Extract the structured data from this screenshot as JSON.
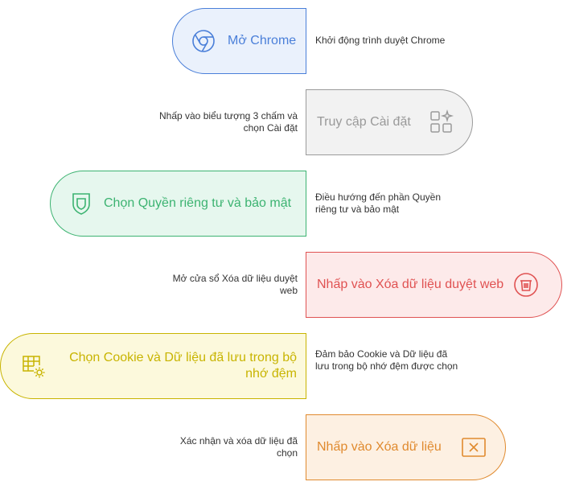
{
  "steps": [
    {
      "label": "Mở Chrome",
      "description": "Khởi động trình duyệt Chrome",
      "icon": "chrome-icon",
      "color": "#4a7fd9",
      "fill": "#eaf1fc"
    },
    {
      "label": "Truy cập Cài đặt",
      "description": "Nhấp vào biểu tượng 3 chấm và chọn Cài đặt",
      "icon": "apps-grid-icon",
      "color": "#9a9a9a",
      "fill": "#f2f2f2"
    },
    {
      "label": "Chọn Quyền riêng tư và bảo mật",
      "description": "Điều hướng đến phần Quyền riêng tư và bảo mật",
      "icon": "shield-icon",
      "color": "#3cb371",
      "fill": "#e6f7ee"
    },
    {
      "label": "Nhấp vào Xóa dữ liệu duyệt web",
      "description": "Mở cửa sổ Xóa dữ liệu duyệt web",
      "icon": "trash-icon",
      "color": "#e05252",
      "fill": "#fdeaea"
    },
    {
      "label": "Chọn Cookie và Dữ liệu đã lưu trong bộ nhớ đệm",
      "description": "Đảm bảo Cookie và Dữ liệu đã lưu trong bộ nhớ đệm được chọn",
      "icon": "table-settings-icon",
      "color": "#c8b400",
      "fill": "#fcf9dc"
    },
    {
      "label": "Nhấp vào Xóa dữ liệu",
      "description": "Xác nhận và xóa dữ liệu đã chọn",
      "icon": "close-box-icon",
      "color": "#e08a2e",
      "fill": "#fdf0e2"
    }
  ]
}
